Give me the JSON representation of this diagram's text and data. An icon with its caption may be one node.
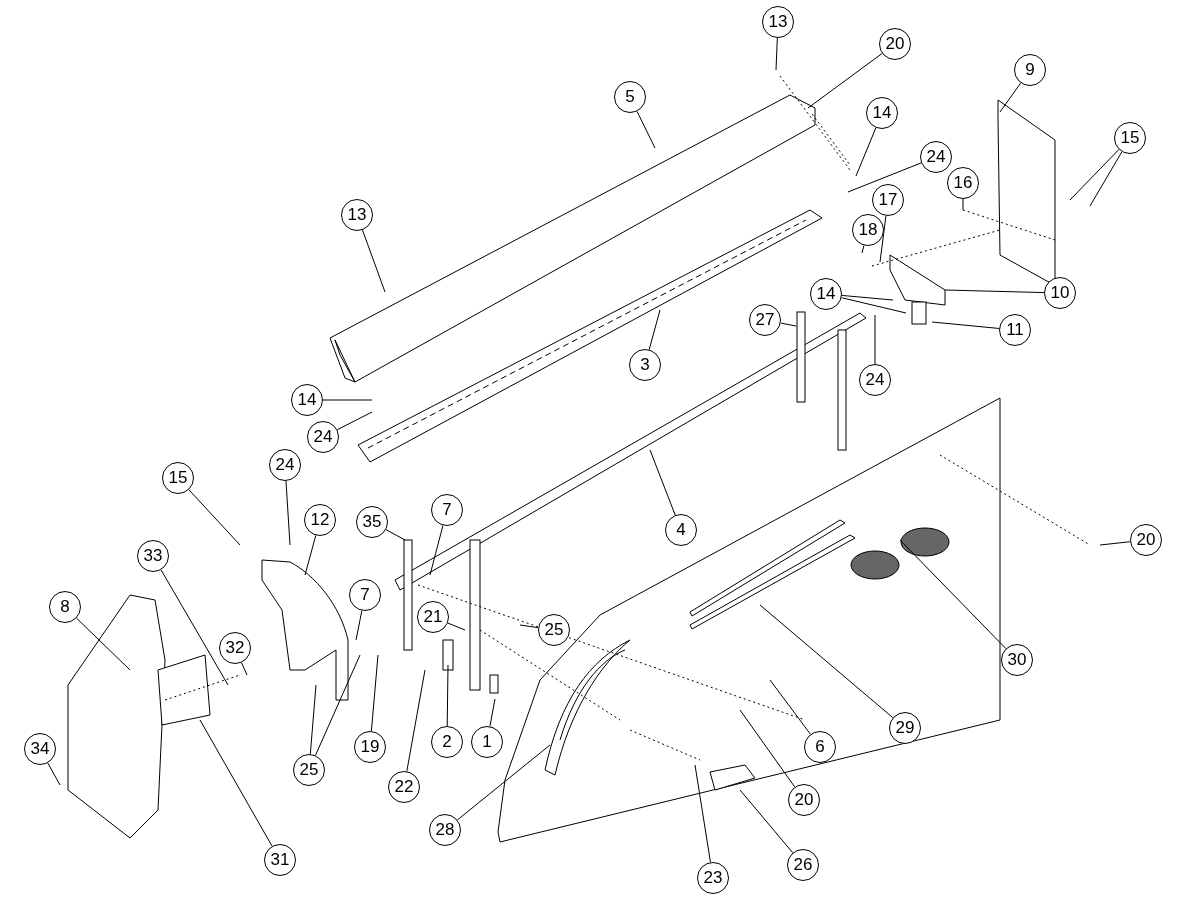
{
  "diagram": {
    "nodes": [
      {
        "text": [
          "13"
        ]
      },
      {
        "text": [
          "20"
        ]
      },
      {
        "text": [
          "5"
        ]
      },
      {
        "text": [
          "9"
        ]
      },
      {
        "text": [
          "14"
        ]
      },
      {
        "text": [
          "24"
        ]
      },
      {
        "text": [
          "15"
        ]
      },
      {
        "text": [
          "16"
        ]
      },
      {
        "text": [
          "13"
        ]
      },
      {
        "text": [
          "18"
        ]
      },
      {
        "text": [
          "17"
        ]
      },
      {
        "text": [
          "10"
        ]
      },
      {
        "text": [
          "14"
        ]
      },
      {
        "text": [
          "11"
        ]
      },
      {
        "text": [
          "27"
        ]
      },
      {
        "text": [
          "3"
        ]
      },
      {
        "text": [
          "24"
        ]
      },
      {
        "text": [
          "14"
        ]
      },
      {
        "text": [
          "24"
        ]
      },
      {
        "text": [
          "24"
        ]
      },
      {
        "text": [
          "15"
        ]
      },
      {
        "text": [
          "12"
        ]
      },
      {
        "text": [
          "7"
        ]
      },
      {
        "text": [
          "35"
        ]
      },
      {
        "text": [
          "4"
        ]
      },
      {
        "text": [
          "20"
        ]
      },
      {
        "text": [
          "7"
        ]
      },
      {
        "text": [
          "30"
        ]
      },
      {
        "text": [
          "21"
        ]
      },
      {
        "text": [
          "25"
        ]
      },
      {
        "text": [
          "33"
        ]
      },
      {
        "text": [
          "32"
        ]
      },
      {
        "text": [
          "8"
        ]
      },
      {
        "text": [
          "19"
        ]
      },
      {
        "text": [
          "25"
        ]
      },
      {
        "text": [
          "2"
        ]
      },
      {
        "text": [
          "1"
        ]
      },
      {
        "text": [
          "22"
        ]
      },
      {
        "text": [
          "6"
        ]
      },
      {
        "text": [
          "29"
        ]
      },
      {
        "text": [
          "34"
        ]
      },
      {
        "text": [
          "28"
        ]
      },
      {
        "text": [
          "20"
        ]
      },
      {
        "text": [
          "31"
        ]
      },
      {
        "text": [
          "23"
        ]
      },
      {
        "text": [
          "26"
        ]
      }
    ],
    "edges": [
      {
        "from": 0,
        "to": null,
        "arrow": "none"
      },
      {
        "from": 1,
        "to": null,
        "arrow": "none"
      },
      {
        "from": 2,
        "to": null,
        "arrow": "none"
      },
      {
        "from": 3,
        "to": null,
        "arrow": "none"
      },
      {
        "from": 4,
        "to": null,
        "arrow": "none"
      },
      {
        "from": 5,
        "to": null,
        "arrow": "none"
      },
      {
        "from": 6,
        "to": null,
        "arrow": "none"
      },
      {
        "from": 6,
        "to": null,
        "arrow": "none"
      },
      {
        "from": 7,
        "to": null,
        "arrow": "none"
      },
      {
        "from": 8,
        "to": null,
        "arrow": "none"
      },
      {
        "from": 9,
        "to": null,
        "arrow": "none"
      },
      {
        "from": 10,
        "to": null,
        "arrow": "none"
      },
      {
        "from": 11,
        "to": null,
        "arrow": "none"
      },
      {
        "from": 12,
        "to": null,
        "arrow": "none"
      },
      {
        "from": 12,
        "to": null,
        "arrow": "none"
      },
      {
        "from": 13,
        "to": null,
        "arrow": "none"
      },
      {
        "from": 14,
        "to": null,
        "arrow": "none"
      },
      {
        "from": 15,
        "to": null,
        "arrow": "none"
      },
      {
        "from": 16,
        "to": null,
        "arrow": "none"
      },
      {
        "from": 17,
        "to": null,
        "arrow": "none"
      },
      {
        "from": 18,
        "to": null,
        "arrow": "none"
      },
      {
        "from": 19,
        "to": null,
        "arrow": "none"
      },
      {
        "from": 20,
        "to": null,
        "arrow": "none"
      },
      {
        "from": 21,
        "to": null,
        "arrow": "none"
      },
      {
        "from": 22,
        "to": null,
        "arrow": "none"
      },
      {
        "from": 23,
        "to": null,
        "arrow": "none"
      },
      {
        "from": 24,
        "to": null,
        "arrow": "none"
      },
      {
        "from": 25,
        "to": null,
        "arrow": "none"
      },
      {
        "from": 26,
        "to": null,
        "arrow": "none"
      },
      {
        "from": 27,
        "to": null,
        "arrow": "none"
      },
      {
        "from": 28,
        "to": null,
        "arrow": "none"
      },
      {
        "from": 29,
        "to": null,
        "arrow": "none"
      },
      {
        "from": 30,
        "to": null,
        "arrow": "none"
      },
      {
        "from": 31,
        "to": null,
        "arrow": "none"
      },
      {
        "from": 32,
        "to": null,
        "arrow": "none"
      },
      {
        "from": 33,
        "to": null,
        "arrow": "none"
      },
      {
        "from": 34,
        "to": null,
        "arrow": "none"
      },
      {
        "from": 34,
        "to": null,
        "arrow": "none"
      },
      {
        "from": 35,
        "to": null,
        "arrow": "none"
      },
      {
        "from": 36,
        "to": null,
        "arrow": "none"
      },
      {
        "from": 37,
        "to": null,
        "arrow": "none"
      },
      {
        "from": 38,
        "to": null,
        "arrow": "none"
      },
      {
        "from": 39,
        "to": null,
        "arrow": "none"
      },
      {
        "from": 40,
        "to": null,
        "arrow": "none"
      },
      {
        "from": 41,
        "to": null,
        "arrow": "none"
      },
      {
        "from": 42,
        "to": null,
        "arrow": "none"
      },
      {
        "from": 43,
        "to": null,
        "arrow": "none"
      },
      {
        "from": 44,
        "to": null,
        "arrow": "none"
      },
      {
        "from": 45,
        "to": null,
        "arrow": "none"
      }
    ]
  }
}
